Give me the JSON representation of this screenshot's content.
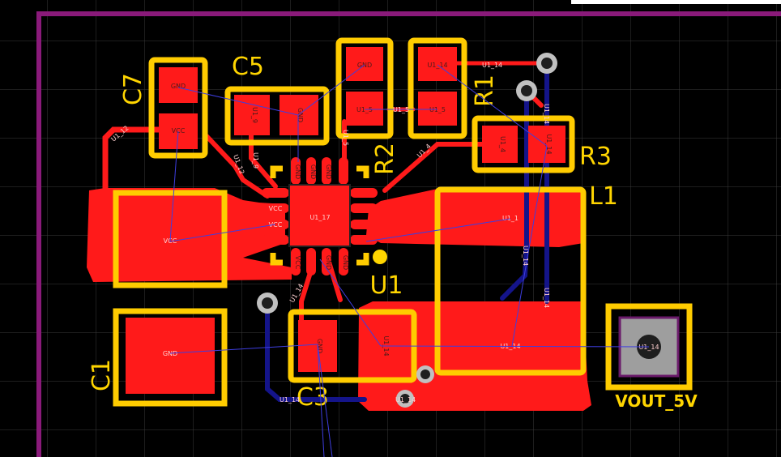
{
  "colors": {
    "background": "#000000",
    "grid": "#3a3a3a",
    "board_outline": "#8a1a7a",
    "top_copper": "#ff1a1a",
    "bottom_copper": "#14148a",
    "silkscreen": "#ffcc00",
    "ratsnest": "#3e3ee0",
    "via": "#c0c0c0"
  },
  "designators": {
    "c7": "C7",
    "c5": "C5",
    "r1": "R1",
    "r2": "R2",
    "r3": "R3",
    "l1": "L1",
    "u1": "U1",
    "c1": "C1",
    "c3": "C3",
    "vout": "VOUT_5V"
  },
  "pad_labels": {
    "c7_top": "GND",
    "c7_bottom": "VCC",
    "c5_left": "U1_9",
    "c5_right": "GND",
    "r2_top": "GND",
    "r2_bottom": "U1_5",
    "r1_top": "U1_14",
    "r1_bottom": "U1_5",
    "r3_left": "U1_4",
    "r3_right": "U1_14",
    "u1_center": "U1_17",
    "u1_left_1": "VCC",
    "u1_left_2": "VCC",
    "u1_top_1": "GND",
    "u1_top_2": "GND",
    "u1_top_3": "GND",
    "u1_bottom_1": "VCC",
    "u1_bottom_2": "GND",
    "u1_bottom_3": "GND",
    "l1_left": "U1_1",
    "l1_right": "U1_14",
    "c1_top": "VCC",
    "c1_bottom": "GND",
    "c3_left": "GND",
    "c3_right": "U1_14",
    "vout_pin": "U1_14"
  },
  "trace_labels": {
    "t1": "U1_12",
    "t2": "U1_14",
    "t3": "U1_9",
    "t4": "U1_12",
    "t5": "U1_5",
    "t6": "U1_4",
    "t7": "U1_5",
    "t8": "U1_14",
    "t9": "U1_14",
    "t10": "U1_14",
    "t11": "U1_14",
    "t12": "U1_14",
    "t13": "U1_14"
  }
}
